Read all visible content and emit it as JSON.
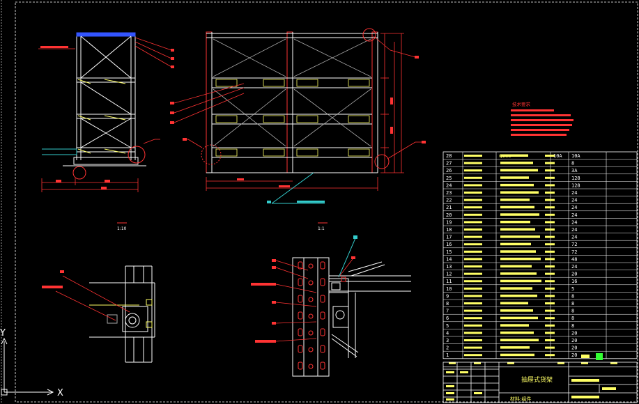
{
  "drawing": {
    "title": "抽屉式货架",
    "material_label": "材料:组件",
    "notes_title": "技术要求",
    "axis_y": "Y",
    "axis_x": "X"
  },
  "section_labels": [
    "1:10",
    "1:1"
  ],
  "parts_header": {
    "no": "28",
    "size": "Q235",
    "qty": "10A"
  },
  "parts": [
    {
      "no": "27",
      "qty": "8"
    },
    {
      "no": "26",
      "qty": "3A"
    },
    {
      "no": "25",
      "qty": "128"
    },
    {
      "no": "24",
      "qty": "128"
    },
    {
      "no": "23",
      "qty": "24"
    },
    {
      "no": "22",
      "qty": "24"
    },
    {
      "no": "21",
      "qty": "24"
    },
    {
      "no": "20",
      "qty": "24"
    },
    {
      "no": "19",
      "qty": "24"
    },
    {
      "no": "18",
      "qty": "24"
    },
    {
      "no": "17",
      "qty": "24"
    },
    {
      "no": "16",
      "qty": "72"
    },
    {
      "no": "15",
      "qty": "72"
    },
    {
      "no": "14",
      "qty": "48"
    },
    {
      "no": "13",
      "qty": "24"
    },
    {
      "no": "12",
      "qty": "20"
    },
    {
      "no": "11",
      "qty": "16"
    },
    {
      "no": "10",
      "qty": "5"
    },
    {
      "no": "9",
      "qty": "8"
    },
    {
      "no": "8",
      "qty": "8"
    },
    {
      "no": "7",
      "qty": "8"
    },
    {
      "no": "6",
      "qty": "8"
    },
    {
      "no": "5",
      "qty": "8"
    },
    {
      "no": "4",
      "qty": "20"
    },
    {
      "no": "3",
      "qty": "20"
    },
    {
      "no": "2",
      "qty": "20"
    },
    {
      "no": "1",
      "qty": "20"
    }
  ],
  "colors": {
    "line": "#ffffff",
    "dim": "#ff3333",
    "cyan": "#33cccc",
    "yellow": "#ffff66",
    "blue": "#3355ff",
    "green": "#33ff33",
    "grey": "#aaaaaa"
  }
}
